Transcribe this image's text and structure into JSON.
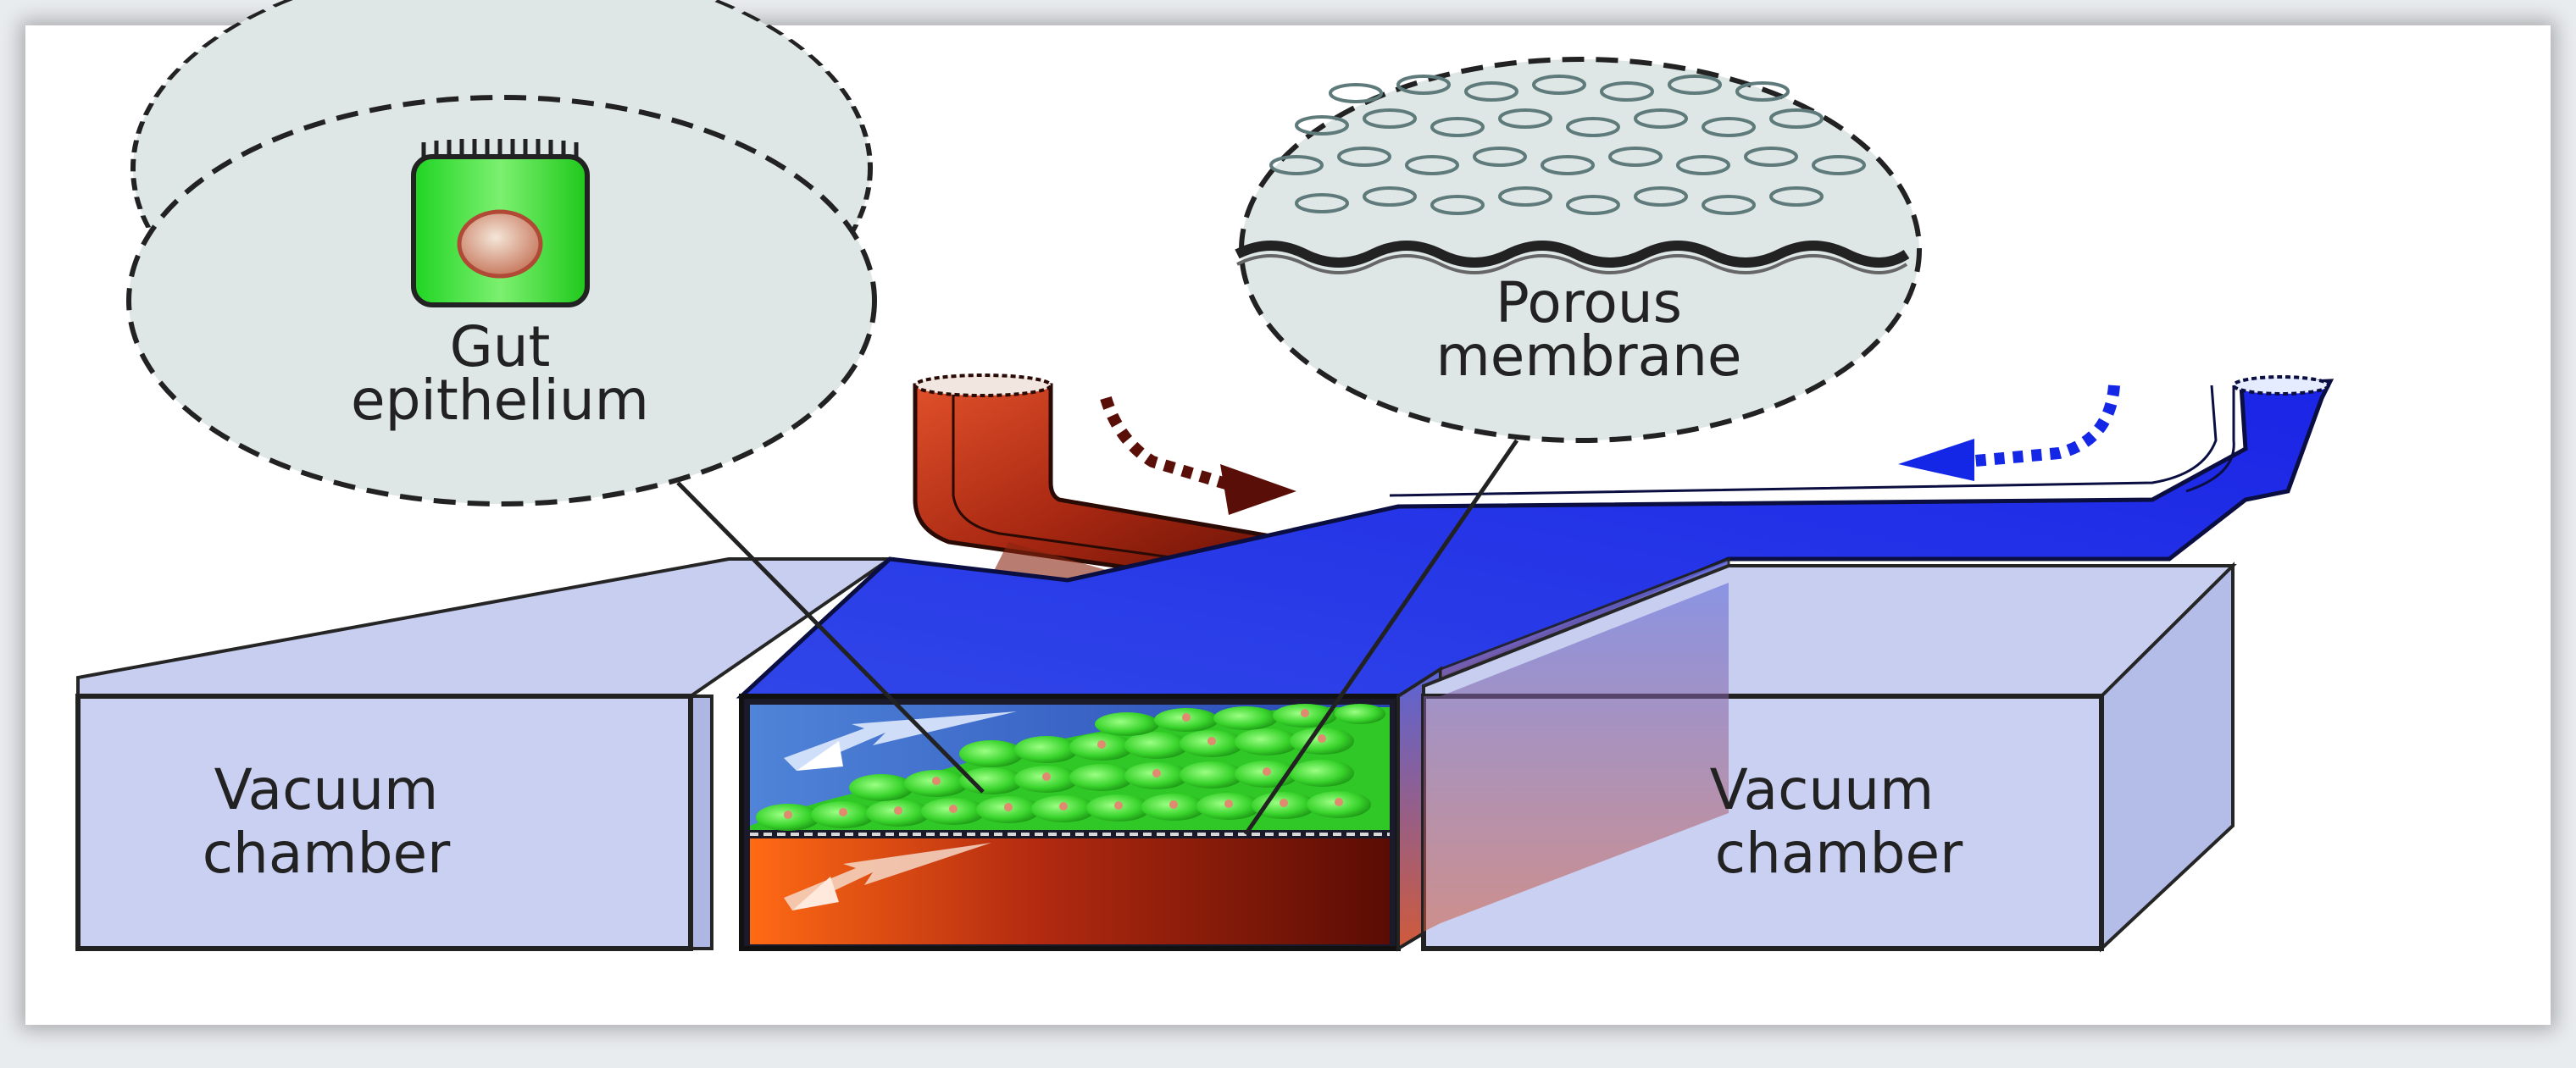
{
  "labels": {
    "gut_line1": "Gut",
    "gut_line2": "epithelium",
    "porous_line1": "Porous",
    "porous_line2": "membrane",
    "vacuum_left_line1": "Vacuum",
    "vacuum_left_line2": "chamber",
    "vacuum_right_line1": "Vacuum",
    "vacuum_right_line2": "chamber"
  },
  "colors": {
    "upper_channel": "#1f2ee8",
    "lower_channel": "#b8321a",
    "cells": "#33d42a",
    "chamber": "#c9d0f2",
    "callout": "#dfe6e6"
  }
}
